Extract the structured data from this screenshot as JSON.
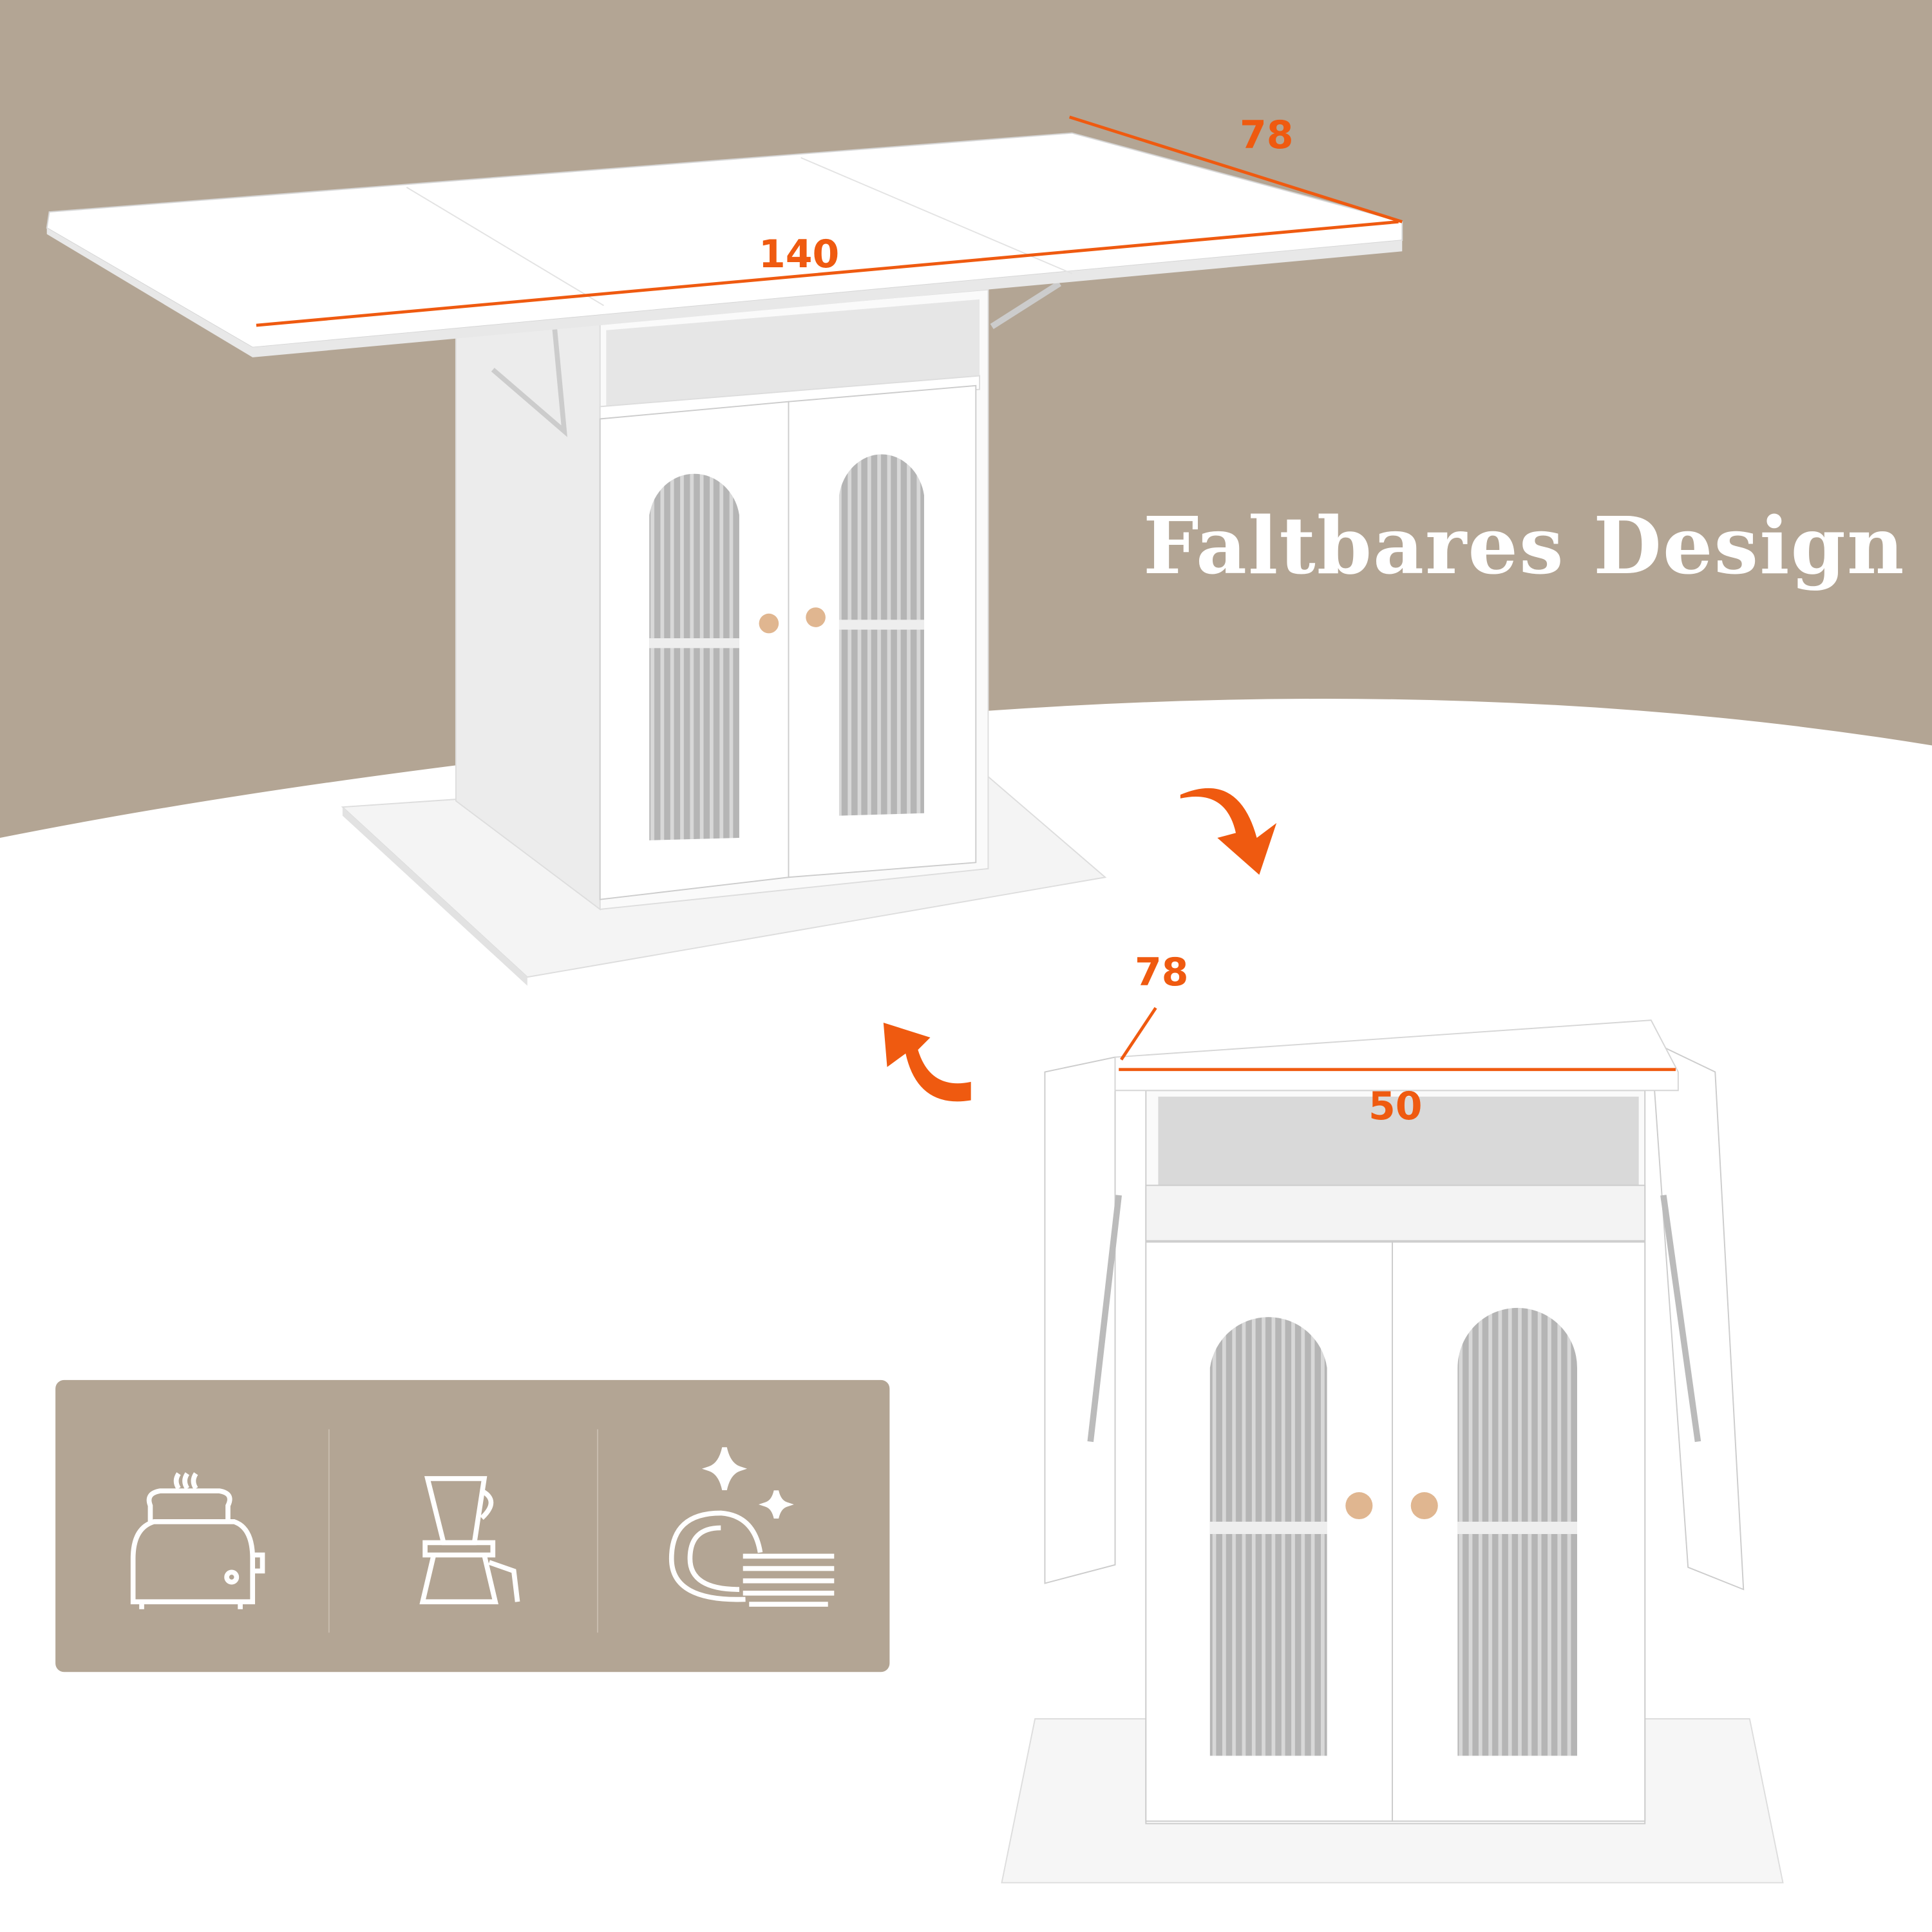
{
  "headline": "Faltbares Design",
  "colors": {
    "background_band": "#b3a594",
    "accent": "#ef5a10",
    "furniture": "#ffffff",
    "glass": "#a9a9a9",
    "knob": "#e0b690"
  },
  "dimensions": {
    "expanded_depth": "78",
    "expanded_length": "140",
    "folded_depth": "78",
    "folded_width": "50"
  },
  "feature_icons": [
    "toaster-icon",
    "coffee-maker-icon",
    "clean-dishes-icon"
  ],
  "transition_arrows": [
    "arrow-fold-icon",
    "arrow-unfold-icon"
  ]
}
